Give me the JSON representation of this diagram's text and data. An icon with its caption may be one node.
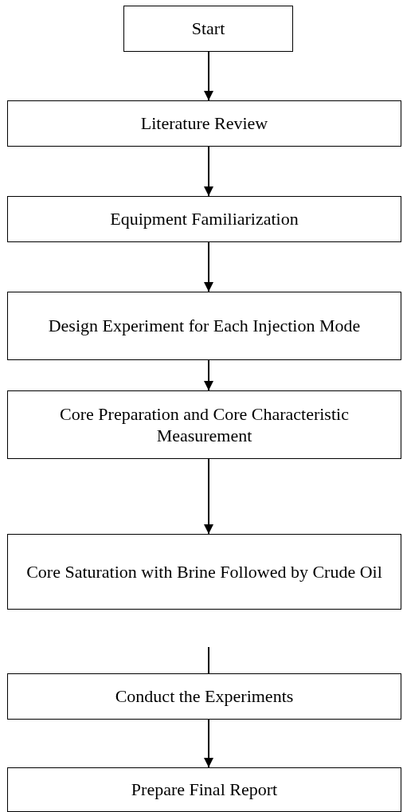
{
  "diagram": {
    "nodes": [
      {
        "text": [
          "Start"
        ]
      },
      {
        "text": [
          "Literature Review"
        ]
      },
      {
        "text": [
          "Equipment Familiarization"
        ]
      },
      {
        "text": [
          "Design Experiment for Each Injection Mode"
        ]
      },
      {
        "text": [
          "Core Preparation and Core Characteristic Measurement"
        ]
      },
      {
        "text": [
          "Core Saturation with Brine Followed by Crude Oil"
        ]
      },
      {
        "text": [
          "Conduct the Experiments"
        ]
      },
      {
        "text": [
          "Prepare Final Report"
        ]
      }
    ],
    "edges": [
      {
        "from": 0,
        "to": 1,
        "arrow": "to"
      },
      {
        "from": 1,
        "to": 2,
        "arrow": "to"
      },
      {
        "from": 2,
        "to": 3,
        "arrow": "to"
      },
      {
        "from": 3,
        "to": 4,
        "arrow": "to"
      },
      {
        "from": 4,
        "to": 5,
        "arrow": "to"
      },
      {
        "from": null,
        "to": 6,
        "arrow": "none"
      },
      {
        "from": 6,
        "to": 7,
        "arrow": "to"
      }
    ]
  }
}
